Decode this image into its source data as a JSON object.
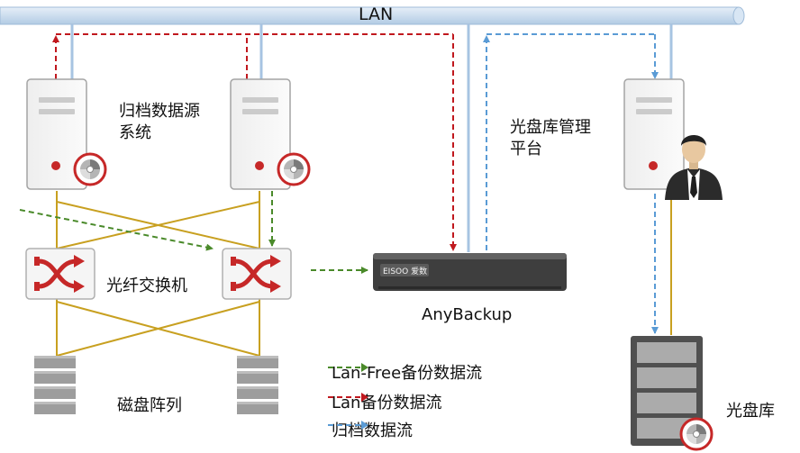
{
  "lan_label": "LAN",
  "source_system_label": "归档数据源\n系统",
  "fc_switch_label": "光纤交换机",
  "disk_array_label": "磁盘阵列",
  "platform_label": "光盘库管理\n平台",
  "backup_server_label": "AnyBackup",
  "appliance_brand": "EISOO 爱数",
  "optical_library_label": "光盘库",
  "legend": [
    {
      "label": "Lan-Free备份数据流",
      "color": "#4a8a2a"
    },
    {
      "label": "Lan备份数据流",
      "color": "#c0181e"
    },
    {
      "label": "归档数据流",
      "color": "#5a9bd5"
    }
  ],
  "colors": {
    "lan_bus": "#bcd3ea",
    "fc_link": "#c8a020",
    "lan_free_flow": "#4a8a2a",
    "lan_flow": "#c0181e",
    "archive_flow": "#5a9bd5",
    "icon_red": "#c62828"
  },
  "icons": [
    "server-icon",
    "optical-disc-icon",
    "fc-switch-icon",
    "disk-array-icon",
    "appliance-icon",
    "user-avatar-icon",
    "optical-library-icon"
  ]
}
